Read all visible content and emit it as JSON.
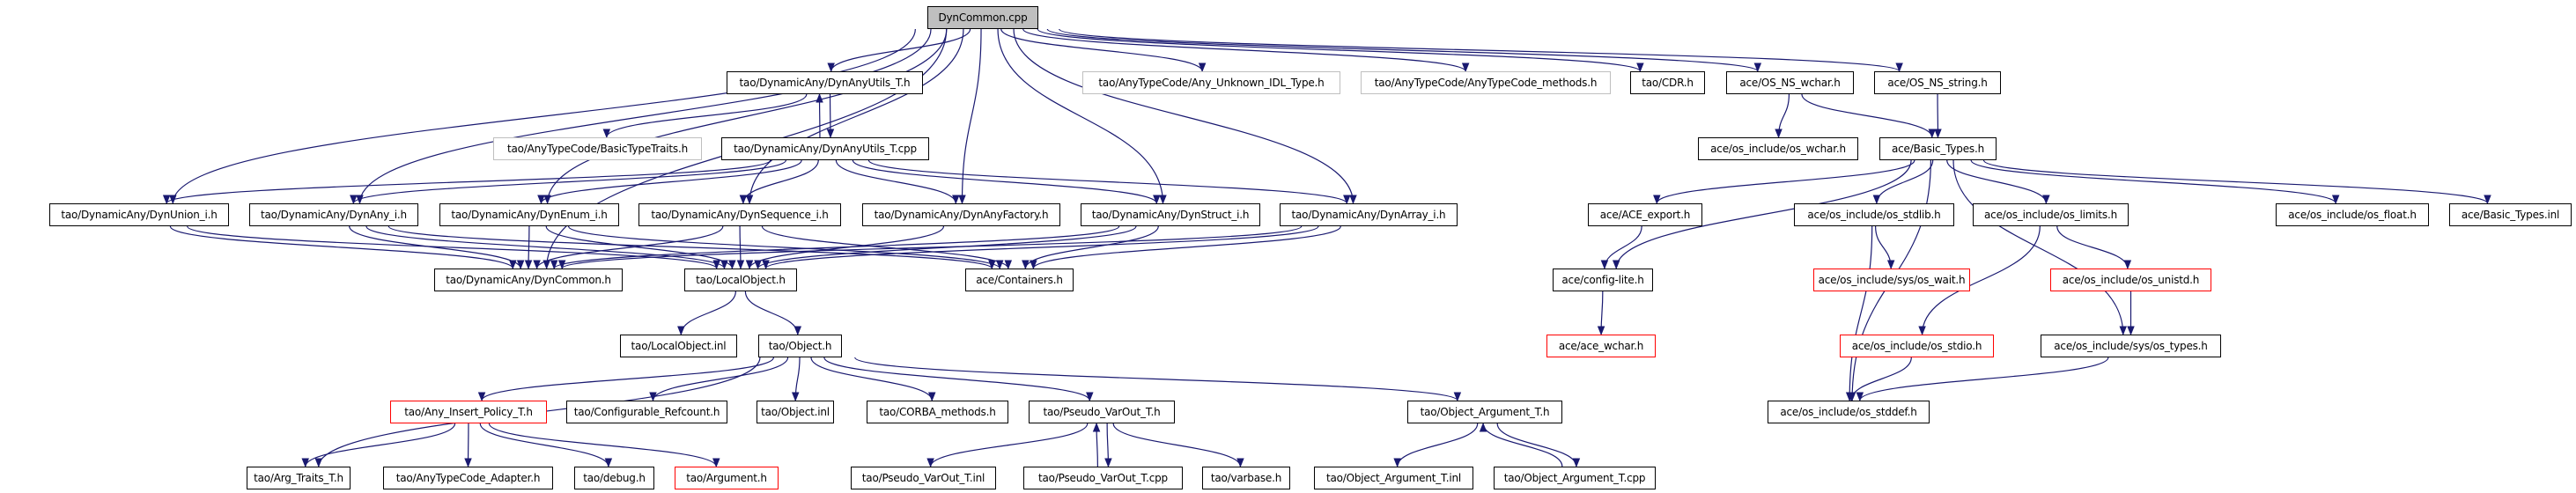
{
  "diagram": {
    "title": "DynCommon.cpp include dependency graph",
    "colors": {
      "edge": "#191970",
      "root_fill": "#bfbfbf",
      "node_border": "#000000",
      "missing_border": "#bfbfbf",
      "truncated_border": "#ff0000"
    },
    "nodes": [
      {
        "id": "dyncommon_cpp",
        "label": "DynCommon.cpp",
        "style": "root"
      },
      {
        "id": "dynanyutils_t_h",
        "label": "tao/DynamicAny/DynAnyUtils_T.h",
        "style": "normal"
      },
      {
        "id": "any_unknown_idl",
        "label": "tao/AnyTypeCode/Any_Unknown_IDL_Type.h",
        "style": "gray"
      },
      {
        "id": "anytypecode_methods",
        "label": "tao/AnyTypeCode/AnyTypeCode_methods.h",
        "style": "gray"
      },
      {
        "id": "cdr_h",
        "label": "tao/CDR.h",
        "style": "normal"
      },
      {
        "id": "os_ns_wchar",
        "label": "ace/OS_NS_wchar.h",
        "style": "normal"
      },
      {
        "id": "os_ns_string",
        "label": "ace/OS_NS_string.h",
        "style": "normal"
      },
      {
        "id": "basictypetraits",
        "label": "tao/AnyTypeCode/BasicTypeTraits.h",
        "style": "gray"
      },
      {
        "id": "dynanyutils_t_cpp",
        "label": "tao/DynamicAny/DynAnyUtils_T.cpp",
        "style": "normal"
      },
      {
        "id": "os_wchar",
        "label": "ace/os_include/os_wchar.h",
        "style": "normal"
      },
      {
        "id": "basic_types_h",
        "label": "ace/Basic_Types.h",
        "style": "normal"
      },
      {
        "id": "dynunion",
        "label": "tao/DynamicAny/DynUnion_i.h",
        "style": "normal"
      },
      {
        "id": "dynany_i",
        "label": "tao/DynamicAny/DynAny_i.h",
        "style": "normal"
      },
      {
        "id": "dynenum",
        "label": "tao/DynamicAny/DynEnum_i.h",
        "style": "normal"
      },
      {
        "id": "dynsequence",
        "label": "tao/DynamicAny/DynSequence_i.h",
        "style": "normal"
      },
      {
        "id": "dynanyfactory",
        "label": "tao/DynamicAny/DynAnyFactory.h",
        "style": "normal"
      },
      {
        "id": "dynstruct",
        "label": "tao/DynamicAny/DynStruct_i.h",
        "style": "normal"
      },
      {
        "id": "dynarray",
        "label": "tao/DynamicAny/DynArray_i.h",
        "style": "normal"
      },
      {
        "id": "ace_export",
        "label": "ace/ACE_export.h",
        "style": "normal"
      },
      {
        "id": "os_stdlib",
        "label": "ace/os_include/os_stdlib.h",
        "style": "normal"
      },
      {
        "id": "os_limits",
        "label": "ace/os_include/os_limits.h",
        "style": "normal"
      },
      {
        "id": "os_float",
        "label": "ace/os_include/os_float.h",
        "style": "normal"
      },
      {
        "id": "basic_types_inl",
        "label": "ace/Basic_Types.inl",
        "style": "normal"
      },
      {
        "id": "dyncommon_h",
        "label": "tao/DynamicAny/DynCommon.h",
        "style": "normal"
      },
      {
        "id": "localobject_h",
        "label": "tao/LocalObject.h",
        "style": "normal"
      },
      {
        "id": "containers",
        "label": "ace/Containers.h",
        "style": "normal"
      },
      {
        "id": "config_lite",
        "label": "ace/config-lite.h",
        "style": "normal"
      },
      {
        "id": "os_wait",
        "label": "ace/os_include/sys/os_wait.h",
        "style": "red"
      },
      {
        "id": "os_unistd",
        "label": "ace/os_include/os_unistd.h",
        "style": "red"
      },
      {
        "id": "localobject_inl",
        "label": "tao/LocalObject.inl",
        "style": "normal"
      },
      {
        "id": "object_h",
        "label": "tao/Object.h",
        "style": "normal"
      },
      {
        "id": "ace_wchar",
        "label": "ace/ace_wchar.h",
        "style": "red"
      },
      {
        "id": "os_stdio",
        "label": "ace/os_include/os_stdio.h",
        "style": "red"
      },
      {
        "id": "os_types",
        "label": "ace/os_include/sys/os_types.h",
        "style": "normal"
      },
      {
        "id": "any_insert_policy",
        "label": "tao/Any_Insert_Policy_T.h",
        "style": "red"
      },
      {
        "id": "configurable_refcount",
        "label": "tao/Configurable_Refcount.h",
        "style": "normal"
      },
      {
        "id": "object_inl",
        "label": "tao/Object.inl",
        "style": "normal"
      },
      {
        "id": "corba_methods",
        "label": "tao/CORBA_methods.h",
        "style": "normal"
      },
      {
        "id": "pseudo_varout_h",
        "label": "tao/Pseudo_VarOut_T.h",
        "style": "normal"
      },
      {
        "id": "object_argument_h",
        "label": "tao/Object_Argument_T.h",
        "style": "normal"
      },
      {
        "id": "os_stddef",
        "label": "ace/os_include/os_stddef.h",
        "style": "normal"
      },
      {
        "id": "arg_traits",
        "label": "tao/Arg_Traits_T.h",
        "style": "normal"
      },
      {
        "id": "anytypecode_adapter",
        "label": "tao/AnyTypeCode_Adapter.h",
        "style": "normal"
      },
      {
        "id": "debug_h",
        "label": "tao/debug.h",
        "style": "normal"
      },
      {
        "id": "argument_h",
        "label": "tao/Argument.h",
        "style": "red"
      },
      {
        "id": "pseudo_varout_inl",
        "label": "tao/Pseudo_VarOut_T.inl",
        "style": "normal"
      },
      {
        "id": "pseudo_varout_cpp",
        "label": "tao/Pseudo_VarOut_T.cpp",
        "style": "normal"
      },
      {
        "id": "varbase",
        "label": "tao/varbase.h",
        "style": "normal"
      },
      {
        "id": "object_argument_inl",
        "label": "tao/Object_Argument_T.inl",
        "style": "normal"
      },
      {
        "id": "object_argument_cpp",
        "label": "tao/Object_Argument_T.cpp",
        "style": "normal"
      }
    ],
    "edges": [
      [
        "dyncommon_cpp",
        "dynanyutils_t_h"
      ],
      [
        "dyncommon_cpp",
        "any_unknown_idl"
      ],
      [
        "dyncommon_cpp",
        "anytypecode_methods"
      ],
      [
        "dyncommon_cpp",
        "cdr_h"
      ],
      [
        "dyncommon_cpp",
        "os_ns_wchar"
      ],
      [
        "dyncommon_cpp",
        "os_ns_string"
      ],
      [
        "dyncommon_cpp",
        "dynunion"
      ],
      [
        "dyncommon_cpp",
        "dynany_i"
      ],
      [
        "dyncommon_cpp",
        "dynenum"
      ],
      [
        "dyncommon_cpp",
        "dynsequence"
      ],
      [
        "dyncommon_cpp",
        "dynanyfactory"
      ],
      [
        "dyncommon_cpp",
        "dynstruct"
      ],
      [
        "dyncommon_cpp",
        "dynarray"
      ],
      [
        "dyncommon_cpp",
        "dyncommon_h"
      ],
      [
        "dynanyutils_t_h",
        "basictypetraits"
      ],
      [
        "dynanyutils_t_h",
        "dynanyutils_t_cpp"
      ],
      [
        "dynanyutils_t_cpp",
        "dynanyutils_t_h"
      ],
      [
        "dynanyutils_t_cpp",
        "dynunion"
      ],
      [
        "dynanyutils_t_cpp",
        "dynany_i"
      ],
      [
        "dynanyutils_t_cpp",
        "dynenum"
      ],
      [
        "dynanyutils_t_cpp",
        "dynsequence"
      ],
      [
        "dynanyutils_t_cpp",
        "dynanyfactory"
      ],
      [
        "dynanyutils_t_cpp",
        "dynstruct"
      ],
      [
        "dynanyutils_t_cpp",
        "dynarray"
      ],
      [
        "os_ns_wchar",
        "os_wchar"
      ],
      [
        "os_ns_wchar",
        "basic_types_h"
      ],
      [
        "os_ns_string",
        "basic_types_h"
      ],
      [
        "basic_types_h",
        "config_lite"
      ],
      [
        "basic_types_h",
        "ace_export"
      ],
      [
        "basic_types_h",
        "os_stdlib"
      ],
      [
        "basic_types_h",
        "os_limits"
      ],
      [
        "basic_types_h",
        "os_float"
      ],
      [
        "basic_types_h",
        "basic_types_inl"
      ],
      [
        "basic_types_h",
        "os_types"
      ],
      [
        "basic_types_h",
        "os_stddef"
      ],
      [
        "dynunion",
        "dyncommon_h"
      ],
      [
        "dynunion",
        "localobject_h"
      ],
      [
        "dynany_i",
        "dyncommon_h"
      ],
      [
        "dynany_i",
        "localobject_h"
      ],
      [
        "dynany_i",
        "containers"
      ],
      [
        "dynenum",
        "dyncommon_h"
      ],
      [
        "dynenum",
        "localobject_h"
      ],
      [
        "dynenum",
        "containers"
      ],
      [
        "dynsequence",
        "dyncommon_h"
      ],
      [
        "dynsequence",
        "localobject_h"
      ],
      [
        "dynsequence",
        "containers"
      ],
      [
        "dynanyfactory",
        "localobject_h"
      ],
      [
        "dynstruct",
        "dyncommon_h"
      ],
      [
        "dynstruct",
        "localobject_h"
      ],
      [
        "dynstruct",
        "containers"
      ],
      [
        "dynarray",
        "dyncommon_h"
      ],
      [
        "dynarray",
        "localobject_h"
      ],
      [
        "dynarray",
        "containers"
      ],
      [
        "ace_export",
        "config_lite"
      ],
      [
        "config_lite",
        "ace_wchar"
      ],
      [
        "os_stdlib",
        "os_wait"
      ],
      [
        "os_stdlib",
        "os_stddef"
      ],
      [
        "os_limits",
        "os_unistd"
      ],
      [
        "os_limits",
        "os_stdio"
      ],
      [
        "os_unistd",
        "os_types"
      ],
      [
        "os_stdio",
        "os_stddef"
      ],
      [
        "os_types",
        "os_stddef"
      ],
      [
        "localobject_h",
        "localobject_inl"
      ],
      [
        "localobject_h",
        "object_h"
      ],
      [
        "object_h",
        "arg_traits"
      ],
      [
        "object_h",
        "any_insert_policy"
      ],
      [
        "object_h",
        "configurable_refcount"
      ],
      [
        "object_h",
        "object_inl"
      ],
      [
        "object_h",
        "corba_methods"
      ],
      [
        "object_h",
        "pseudo_varout_h"
      ],
      [
        "object_h",
        "object_argument_h"
      ],
      [
        "any_insert_policy",
        "arg_traits"
      ],
      [
        "any_insert_policy",
        "anytypecode_adapter"
      ],
      [
        "any_insert_policy",
        "debug_h"
      ],
      [
        "any_insert_policy",
        "argument_h"
      ],
      [
        "pseudo_varout_h",
        "pseudo_varout_inl"
      ],
      [
        "pseudo_varout_h",
        "pseudo_varout_cpp"
      ],
      [
        "pseudo_varout_cpp",
        "pseudo_varout_h"
      ],
      [
        "pseudo_varout_h",
        "varbase"
      ],
      [
        "object_argument_h",
        "object_argument_inl"
      ],
      [
        "object_argument_h",
        "object_argument_cpp"
      ],
      [
        "object_argument_cpp",
        "object_argument_h"
      ]
    ]
  }
}
